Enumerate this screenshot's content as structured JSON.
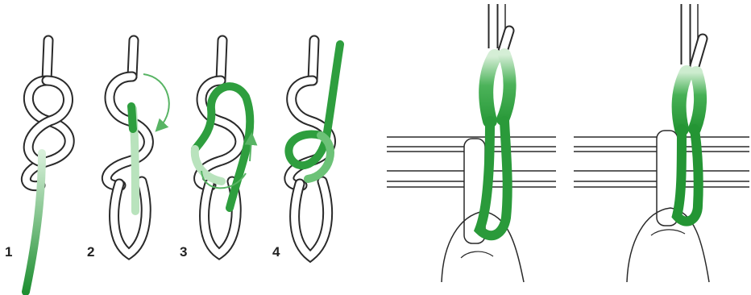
{
  "steps": [
    {
      "number": "1"
    },
    {
      "number": "2"
    },
    {
      "number": "3"
    },
    {
      "number": "4"
    }
  ],
  "colors": {
    "rope_white": "#ffffff",
    "rope_outline": "#2a2a2a",
    "rope_green": "#2e9e3e",
    "rope_light_green": "#b9e3bd",
    "arrow_green": "#58b464",
    "background": "#ffffff"
  }
}
